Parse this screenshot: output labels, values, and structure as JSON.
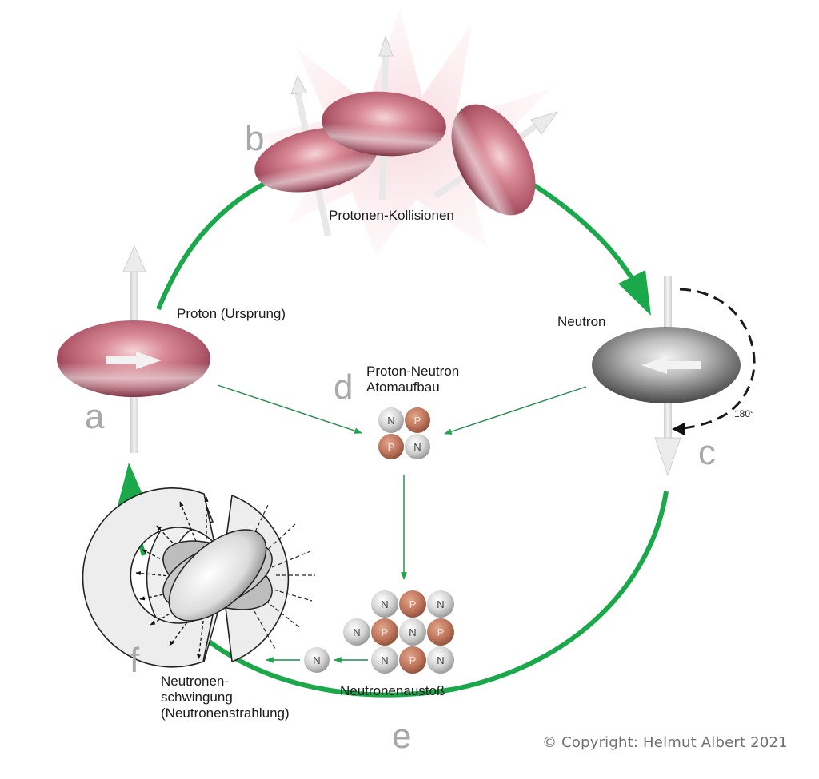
{
  "diagram": {
    "title": "Proton-Neutron cycle",
    "stages": {
      "a": {
        "letter": "a",
        "label": "Proton (Ursprung)"
      },
      "b": {
        "letter": "b",
        "label": "Protonen-Kollisionen"
      },
      "c": {
        "letter": "c",
        "label": "Neutron",
        "rotation": "180°"
      },
      "d": {
        "letter": "d",
        "label_line1": "Proton-Neutron",
        "label_line2": "Atomaufbau"
      },
      "e": {
        "letter": "e",
        "label": "Neutronenaustoß"
      },
      "f": {
        "letter": "f",
        "label_line1": "Neutronen-",
        "label_line2": "schwingung",
        "label_line3": "(Neutronenstrahlung)"
      }
    },
    "nucleus_small": [
      [
        "N",
        "P"
      ],
      [
        "P",
        "N"
      ]
    ],
    "nucleus_large": [
      [
        "N",
        "P",
        "N"
      ],
      [
        "N",
        "P",
        "N",
        "P"
      ],
      [
        "N",
        "P",
        "N"
      ]
    ],
    "emitted_particle": "N",
    "copyright": "© Copyright: Helmut Albert 2021",
    "colors": {
      "cycle_arrow": "#1aa84a",
      "proton": "#c06a78",
      "neutron": "#9a9a9a",
      "proton_sphere": "#c0785e",
      "neutron_sphere": "#d8d8d8",
      "stage_letter": "#a8a8a8"
    }
  }
}
